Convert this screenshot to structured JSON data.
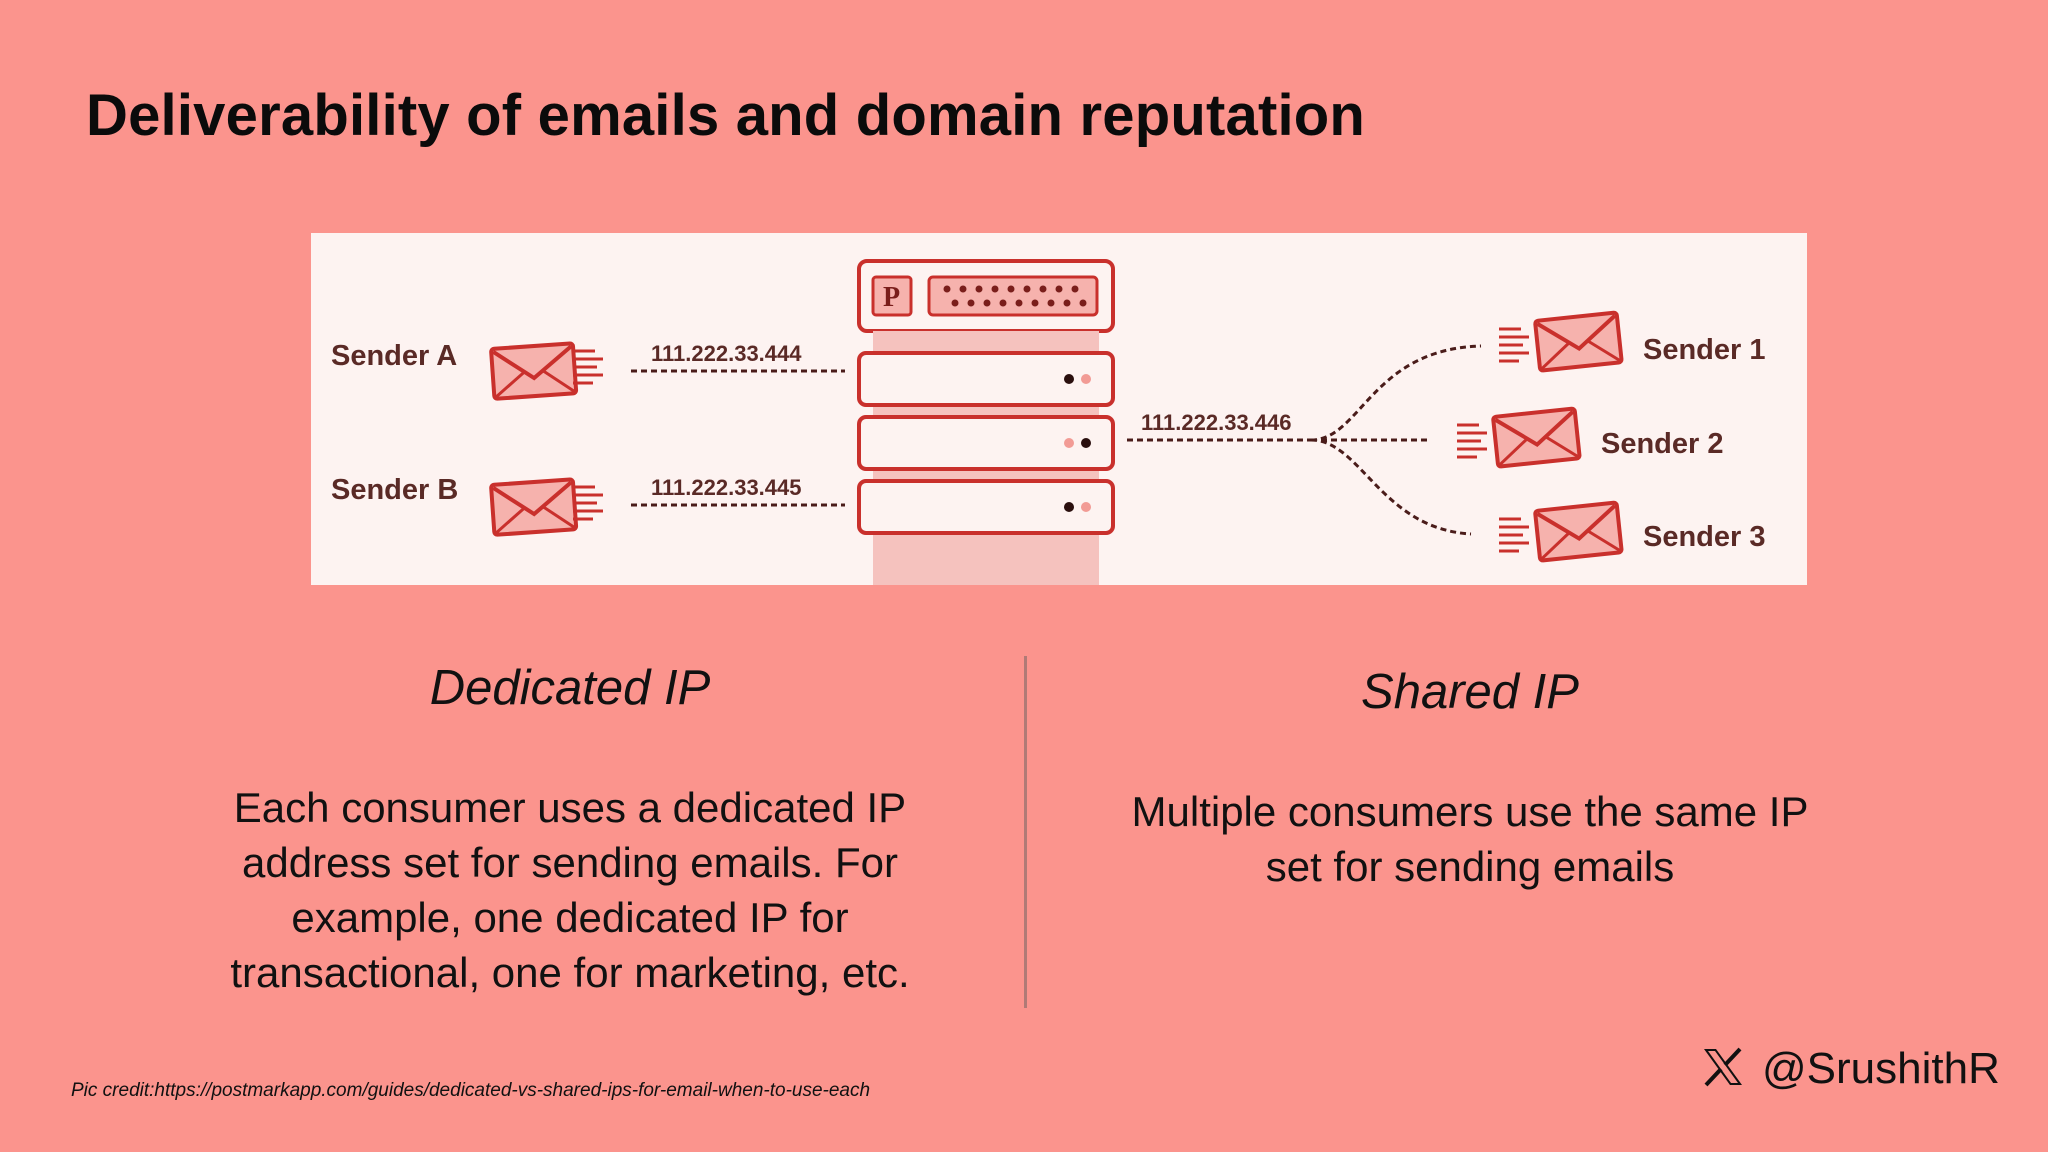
{
  "title": "Deliverability of emails and domain reputation",
  "diagram": {
    "left_senders": [
      "Sender A",
      "Sender B"
    ],
    "left_ips": [
      "111.222.33.444",
      "111.222.33.445"
    ],
    "server_logo": "P",
    "shared_ip": "111.222.33.446",
    "right_senders": [
      "Sender 1",
      "Sender 2",
      "Sender 3"
    ],
    "colors": {
      "accent": "#c9302c",
      "server_band": "#f5c2be",
      "panel": "#fdf3f1"
    }
  },
  "dedicated": {
    "heading": "Dedicated IP",
    "body": "Each consumer uses a dedicated IP address set for sending emails. For example, one dedicated IP for transactional, one for marketing, etc."
  },
  "shared": {
    "heading": "Shared IP",
    "body": "Multiple consumers use the same IP set for sending emails"
  },
  "footer": {
    "credit": "Pic credit:https://postmarkapp.com/guides/dedicated-vs-shared-ips-for-email-when-to-use-each",
    "handle": "@SrushithR",
    "social_icon": "x-logo-icon"
  }
}
